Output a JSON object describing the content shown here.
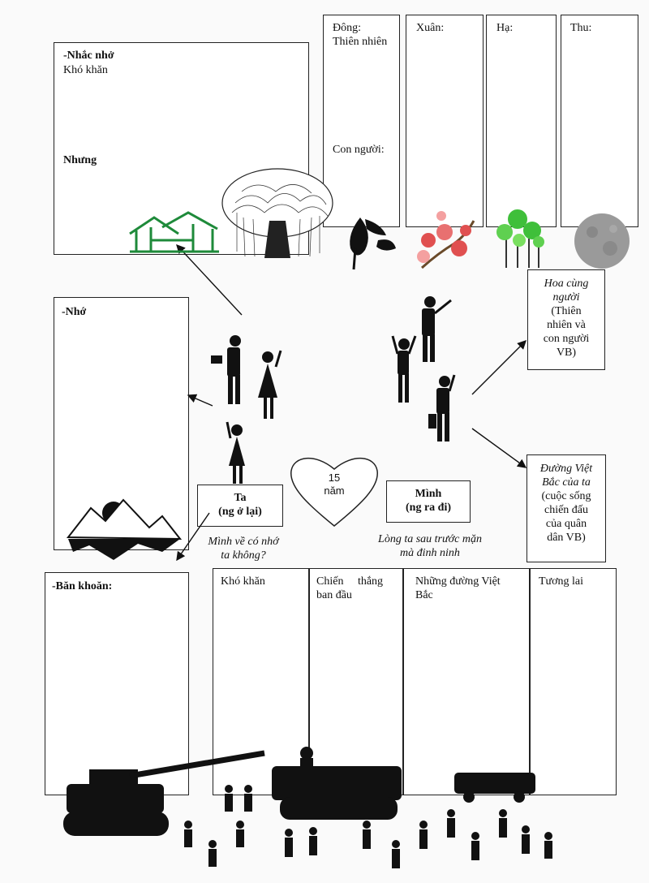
{
  "top_left": {
    "title": "-Nhắc nhở",
    "line1": "Khó khăn",
    "but": "Nhưng"
  },
  "seasons": [
    {
      "label": "Đông:",
      "sub1": "Thiên nhiên",
      "sub2": "Con người:"
    },
    {
      "label": "Xuân:"
    },
    {
      "label": "Hạ:"
    },
    {
      "label": "Thu:"
    }
  ],
  "nho_title": "-Nhớ",
  "hoa_box": {
    "line1": "Hoa cùng",
    "line2": "người",
    "line3": "(Thiên",
    "line4": "nhiên và",
    "line5": "con người",
    "line6": "VB)"
  },
  "duong_box": {
    "line1": "Đường Việt",
    "line2": "Bắc của ta",
    "line3": "(cuộc sống",
    "line4": "chiến đấu",
    "line5": "của quân",
    "line6": "dân VB)"
  },
  "heart": {
    "line1": "15",
    "line2": "năm"
  },
  "ta_box": {
    "line1": "Ta",
    "line2": "(ng ở lại)"
  },
  "minh_box": {
    "line1": "Mình",
    "line2": "(ng ra đi)"
  },
  "ta_quote": {
    "line1": "Mình về có nhớ",
    "line2": "ta không?"
  },
  "minh_quote": {
    "line1": "Lòng ta sau trước mặn",
    "line2": "mà đinh ninh"
  },
  "ban_khoan": "-Băn khoăn:",
  "bottom_cols": [
    {
      "line1": "Khó khăn"
    },
    {
      "line1": "Chiến     thắng",
      "line2": "ban đầu"
    },
    {
      "line1": "Những đường Việt",
      "line2": "Bắc"
    },
    {
      "line1": "Tương lai"
    }
  ],
  "colors": {
    "house": "#1e8a3a",
    "tree_green": "#3fbf3a",
    "blossom": "#e05050",
    "moon": "#9a9a9a",
    "ink": "#111111"
  }
}
